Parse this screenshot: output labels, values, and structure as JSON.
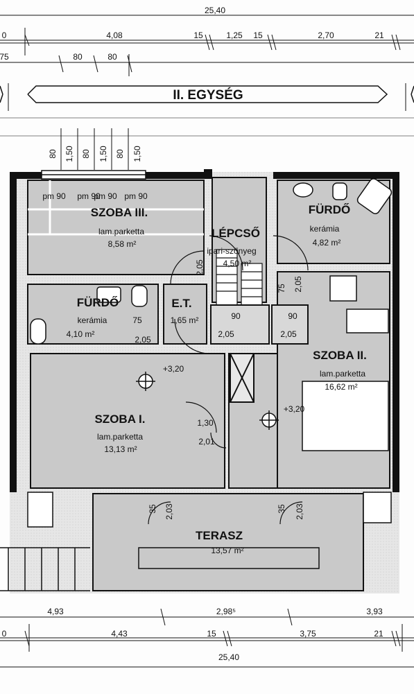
{
  "top_dims": {
    "total": "25,40",
    "row1": [
      "0",
      "4,08",
      "15",
      "1,25",
      "15",
      "2,70",
      "21"
    ],
    "row2_left": "75",
    "row2": [
      "80",
      "80"
    ]
  },
  "unit_label": "II. EGYSÉG",
  "window_dims": [
    "80",
    "1,50",
    "80",
    "1,50",
    "80",
    "1,50"
  ],
  "window_labels": [
    "pm 90",
    "pm 90",
    "pm 90",
    "pm 90"
  ],
  "rooms": {
    "szoba3": {
      "name": "SZOBA III.",
      "floor": "lam.parketta",
      "area": "8,58 m²"
    },
    "lepcso": {
      "name": "LÉPCSŐ",
      "floor": "ipari-szőnyeg",
      "area": "4,50 m²"
    },
    "furdo1": {
      "name": "FÜRDŐ",
      "floor": "kerámia",
      "area": "4,82 m²"
    },
    "furdo2": {
      "name": "FÜRDŐ",
      "floor": "kerámia",
      "area": "4,10 m²"
    },
    "et": {
      "name": "E.T.",
      "area": "1,65 m²"
    },
    "szoba2": {
      "name": "SZOBA II.",
      "floor": "lam.parketta",
      "area": "16,62 m²"
    },
    "szoba1": {
      "name": "SZOBA I.",
      "floor": "lam.parketta",
      "area": "13,13 m²"
    },
    "terasz": {
      "name": "TERASZ",
      "area": "13,57 m²"
    }
  },
  "levels": [
    "+3,20",
    "+3,20"
  ],
  "door_dims": {
    "d_75a": "75",
    "d_205a": "2,05",
    "d_205b": "2,05",
    "d_75b": "75",
    "d_205c": "2,05",
    "d_90a": "90",
    "d_90b": "90",
    "d_205d": "2,05",
    "d_205e": "2,05",
    "d_130": "1,30",
    "d_201": "2,01",
    "d_35a": "35",
    "d_203a": "2,03",
    "d_35b": "35",
    "d_203b": "2,03"
  },
  "bottom_dims": {
    "row1": [
      "4,93",
      "2,98⁵",
      "3,93"
    ],
    "row2": [
      "0",
      "4,43",
      "15",
      "3,75",
      "21"
    ],
    "total": "25,40"
  }
}
